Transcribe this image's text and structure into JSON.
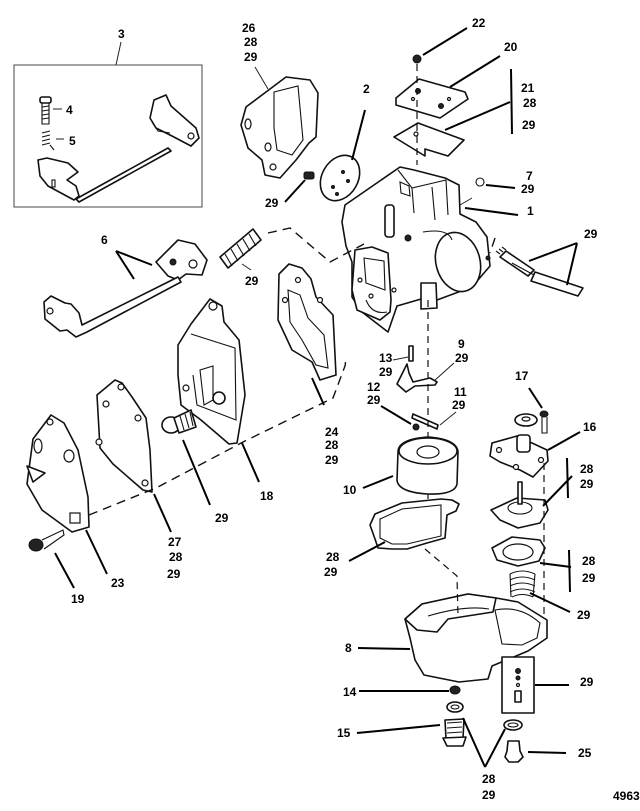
{
  "diagram": {
    "title": "Carburetor exploded view",
    "figure_number": "4963",
    "callouts": {
      "c1": "1",
      "c2": "2",
      "c3": "3",
      "c4": "4",
      "c5": "5",
      "c6": "6",
      "c7": [
        "7",
        "29"
      ],
      "c8": "8",
      "c9": [
        "9",
        "29"
      ],
      "c10": "10",
      "c11": [
        "11",
        "29"
      ],
      "c12": [
        "12",
        "29"
      ],
      "c13": [
        "13",
        "29"
      ],
      "c14": "14",
      "c15": "15",
      "c16": "16",
      "c17": "17",
      "c18": "18",
      "c19": "19",
      "c20": "20",
      "c21": [
        "21",
        "28",
        "29"
      ],
      "c22": "22",
      "c23": "23",
      "c24": [
        "24",
        "28",
        "29"
      ],
      "c25": "25",
      "c26": [
        "26",
        "28",
        "29"
      ],
      "c27": [
        "27",
        "28",
        "29"
      ],
      "c28_float_gasket": [
        "28",
        "29"
      ],
      "c28_pump_upper": [
        "28",
        "29"
      ],
      "c28_pump_lower": [
        "28",
        "29"
      ],
      "c28_bottom": [
        "28",
        "29"
      ],
      "c29_screw_left": "29",
      "c29_spring_throttle": "29",
      "c29_idle_needle": "29",
      "c29_plunger_spring": "29",
      "c29_pump_spring": "29",
      "c29_kit_box": "29"
    }
  }
}
